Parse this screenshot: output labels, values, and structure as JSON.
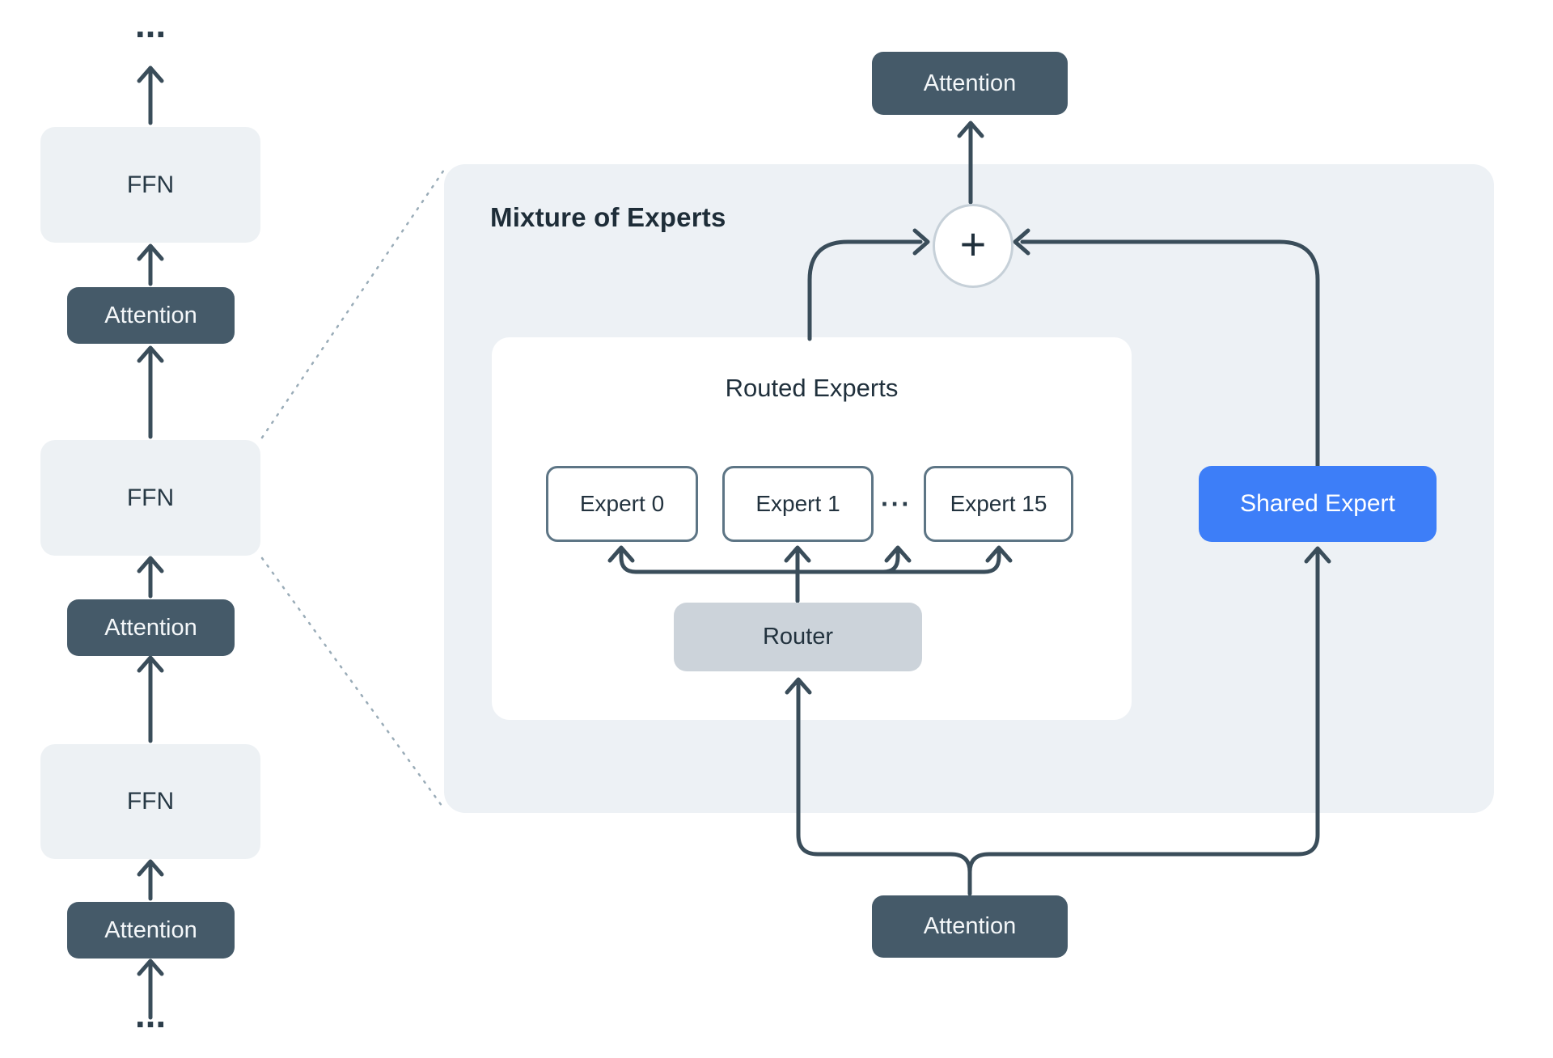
{
  "diagram_title": "Mixture of Experts",
  "left_column": {
    "ellipsis_top": "...",
    "ellipsis_bottom": "...",
    "blocks": [
      {
        "type": "ffn",
        "label": "FFN"
      },
      {
        "type": "attention",
        "label": "Attention"
      },
      {
        "type": "ffn",
        "label": "FFN"
      },
      {
        "type": "attention",
        "label": "Attention"
      },
      {
        "type": "ffn",
        "label": "FFN"
      },
      {
        "type": "attention",
        "label": "Attention"
      }
    ]
  },
  "moe_panel": {
    "title": "Mixture of Experts",
    "attention_top_label": "Attention",
    "attention_bottom_label": "Attention",
    "plus_label": "+",
    "shared_expert_label": "Shared Expert",
    "routed_experts": {
      "title": "Routed Experts",
      "experts": [
        "Expert 0",
        "Expert 1",
        "Expert 15"
      ],
      "experts_ellipsis": "···",
      "router_label": "Router"
    }
  },
  "colors": {
    "dark_slate_box": "#455a69",
    "arrow_line": "#3a4d5a",
    "panel_background": "#edf1f5",
    "ffn_background": "#edf1f4",
    "router_background": "#ccd3da",
    "expert_border": "#5d7585",
    "shared_expert_blue": "#3d7ef8",
    "plus_circle_border": "#c6d0d8",
    "dotted_line": "#9aacb8",
    "dark_text": "#1e2d38",
    "white_text": "#ffffff"
  }
}
